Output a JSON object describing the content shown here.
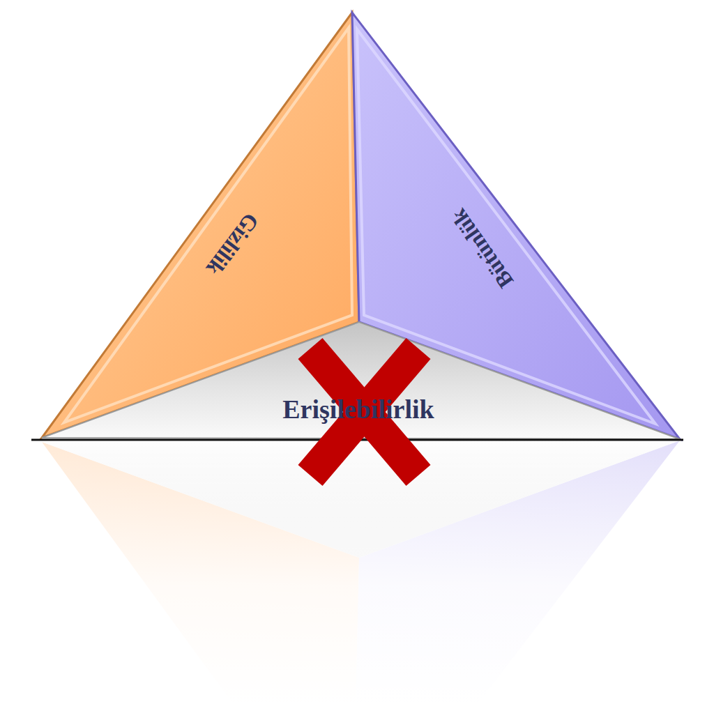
{
  "diagram": {
    "nodes": [
      {
        "text": [
          "Gizlilik"
        ]
      },
      {
        "text": [
          "Bütünlük"
        ]
      },
      {
        "text": [
          "Erişilebilirlik"
        ]
      }
    ]
  }
}
